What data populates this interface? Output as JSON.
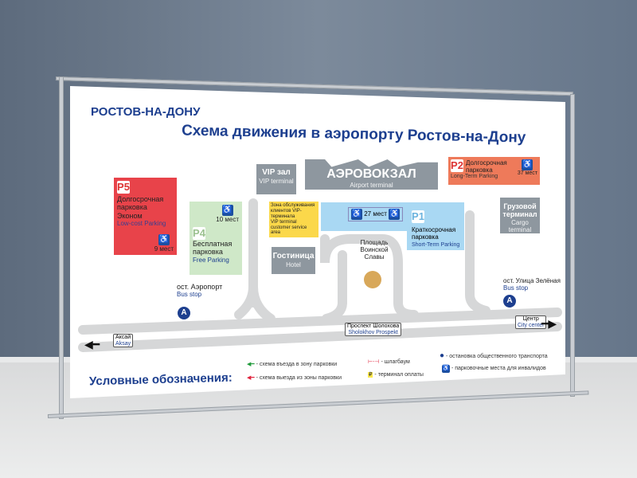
{
  "logo": "РОСТОВ-НА-ДОНУ",
  "title": "Схема движения в аэропорту Ростов-на-Дону",
  "parking_p5": {
    "badge": "P5",
    "name": "Долгосрочная парковка Эконом",
    "en": "Low-cost Parking",
    "disabled": "9 мест",
    "color": "#e8434a"
  },
  "parking_p4": {
    "badge": "P4",
    "name": "Бесплатная парковка",
    "en": "Free Parking",
    "disabled": "10 мест",
    "color": "#cfe8c8"
  },
  "vip": {
    "name": "VIP зал",
    "en": "VIP terminal"
  },
  "terminal": {
    "name": "АЭРОВОКЗАЛ",
    "en": "Airport terminal"
  },
  "parking_p2": {
    "badge": "P2",
    "name": "Долгосрочная парковка",
    "en": "Long-Term Parking",
    "disabled": "37 мест",
    "color": "#ee7a5a"
  },
  "service": {
    "name": "Зона обслуживания клиентов VIP-терминала",
    "en": "VIP terminal customer service area",
    "color": "#fbd84a"
  },
  "hotel": {
    "name": "Гостиница",
    "en": "Hotel"
  },
  "parking_p1": {
    "badge": "P1",
    "name": "Краткосрочная парковка",
    "en": "Short-Term Parking",
    "disabled": "27 мест",
    "color": "#a9d8f3"
  },
  "cargo": {
    "name": "Грузовой терминал",
    "en": "Cargo terminal"
  },
  "square": "Площадь Воинской Славы",
  "bus_stop_1": {
    "name": "ост. Аэропорт",
    "en": "Bus stop",
    "icon": "A"
  },
  "bus_stop_2": {
    "name": "ост. Улица Зелёная",
    "en": "Bus stop",
    "icon": "A"
  },
  "road": {
    "name": "Проспект Шолохова",
    "en": "Sholokhov Prospekt"
  },
  "dir_left": {
    "name": "Аксай",
    "en": "Aksay"
  },
  "dir_right": {
    "name": "Центр",
    "en": "City center"
  },
  "legend": {
    "title": "Условные обозначения:",
    "entry": "- схема въезда в зону парковки",
    "exit": "- схема выезда из зоны парковки",
    "barrier": "- шлагбаум",
    "payment": "- терминал оплаты",
    "bus": "- остановка общественного транспорта",
    "disabled": "- парковочные места для инвалидов"
  },
  "colors": {
    "entry": "#1f9a3a",
    "exit": "#e0233d",
    "brand": "#1d3f8f"
  }
}
